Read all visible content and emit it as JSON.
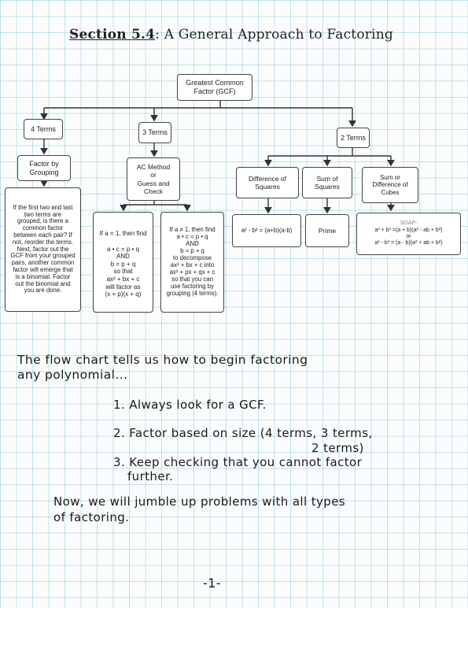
{
  "heading": {
    "section": "Section 5.4",
    "rest": ": A General Approach to Factoring"
  },
  "flowchart": {
    "gcf": "Greatest Common\nFactor (GCF)",
    "four_terms": "4 Terms",
    "three_terms": "3 Terms",
    "two_terms": "2 Terms",
    "factor_by_grouping": "Factor by\nGrouping",
    "ac_method": "AC Method\nor\nGuess and\nCheck",
    "diff_squares": "Difference of\nSquares",
    "sum_squares": "Sum of\nSquares",
    "sum_diff_cubes": "Sum or\nDifference of\nCubes",
    "grouping_text": "If the first two and last\ntwo terms are\ngrouped, is there a\ncommon factor\nbetween each pair? If\nnot, reorder the terms.\nNext, factor out the\nGCF from your grouped\npairs, another common\nfactor will emerge that\nis a binomial. Factor\nout the binomial and\nyou are done.",
    "a_equals_1_lead": "If a = 1, then find",
    "a_equals_1_rest": "a • c = p • q\nAND\nb = p + q\nso that\nax² + bx + c\nwill factor as\n(x + p)(x + q)",
    "a_not_1_text": "If a ≠ 1, then find\na • c = p • q\nAND\nb = p + q\nto decompose\nax² + bx + c into\nax² + px + qx + c\nso that you can\nuse factoring by\ngrouping (4 terms).",
    "diff_squares_formula": "a² - b² = (a+b)(a-b)",
    "sum_squares_result": "Prime",
    "soap_label": "SOAP-",
    "cubes_formula": "a³ + b³ =(a + b)(a² - ab + b²)\nor\na³ - b³ = (a - b)(a² + ab + b²)"
  },
  "notes": {
    "intro_line1": "The flow chart tells us how to begin factoring",
    "intro_line2": "any polynomial...",
    "step1": "1. Always look for a GCF.",
    "step2": "2. Factor based on size (4 terms, 3 terms,",
    "step2_cont": "2 terms)",
    "step3": "3. Keep checking that you cannot factor",
    "step3_cont": "further.",
    "closing_line1": "Now, we will jumble up problems with all types",
    "closing_line2": "of factoring."
  },
  "page_number": "-1-"
}
